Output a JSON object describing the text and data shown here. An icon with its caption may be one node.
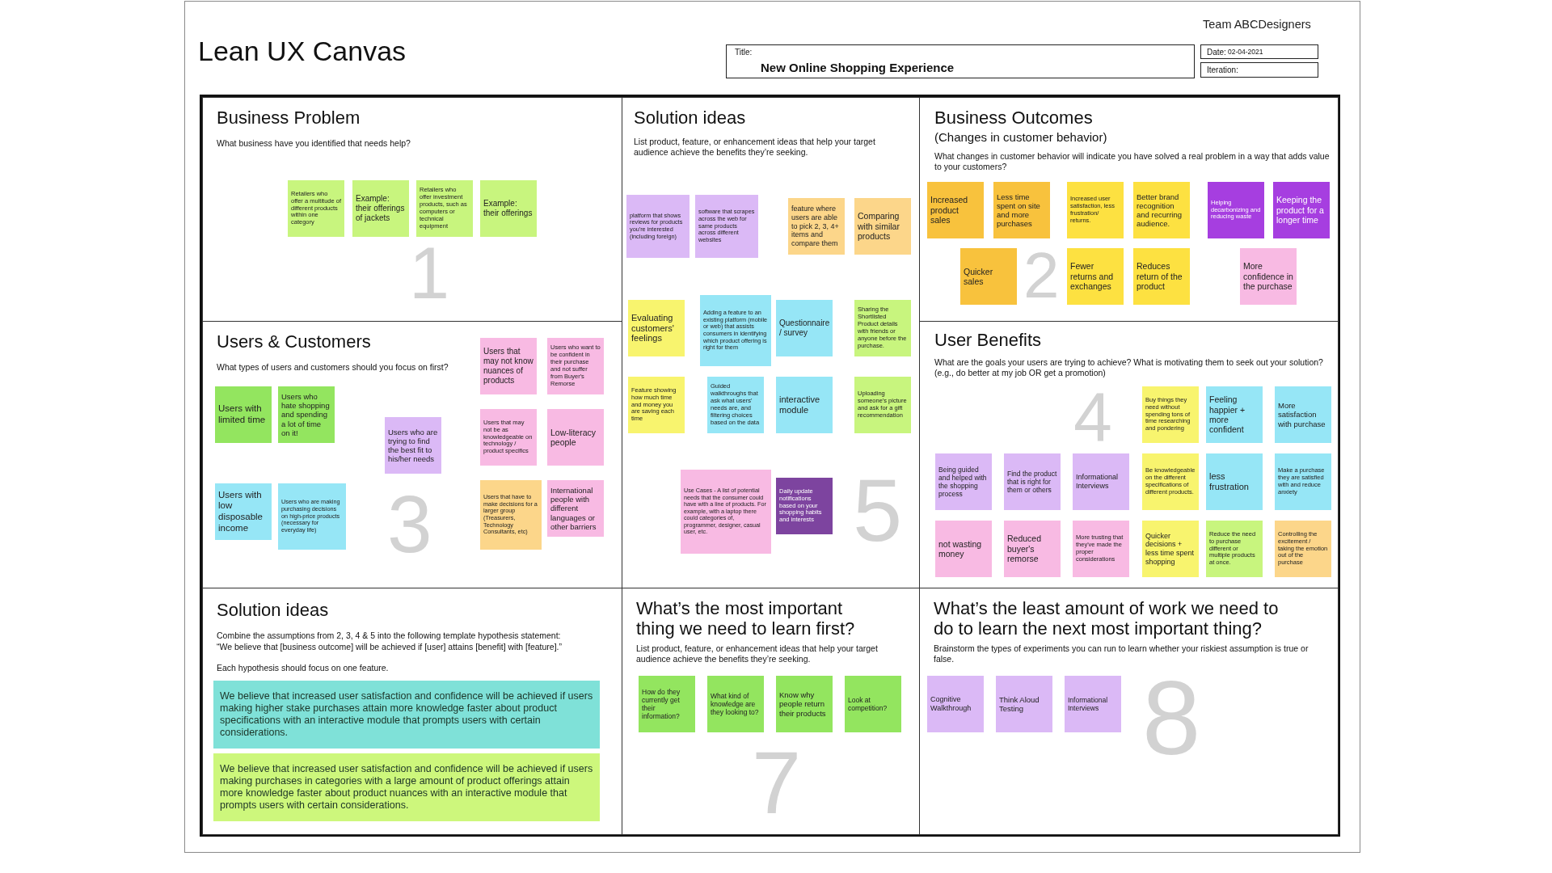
{
  "diagram": {
    "title": "Lean UX Canvas",
    "nodes": [
      {
        "text": [
          "Title:",
          "New Online Shopping Experience"
        ]
      },
      {
        "text": [
          "Date:",
          "02-04-2021"
        ]
      },
      {
        "text": [
          "Iteration:"
        ]
      },
      {
        "text": [
          "Business Problem",
          "What business have you identified that needs help?",
          "1"
        ]
      },
      {
        "text": [
          "Retailers who offer a multitude of different products within one category"
        ],
        "in": 3
      },
      {
        "text": [
          "Example: their offerings of jackets"
        ],
        "in": 3
      },
      {
        "text": [
          "Retailers who offer investment products, such as computers or technical equipment"
        ],
        "in": 3
      },
      {
        "text": [
          "Example: their offerings"
        ],
        "in": 3
      },
      {
        "text": [
          "Solution ideas",
          "List product, feature, or enhancement ideas that help your target audience achieve the benefits they’re seeking.",
          "5"
        ]
      },
      {
        "text": [
          "platform that shows reviews for products you're interested (including foreign)"
        ],
        "in": 8
      },
      {
        "text": [
          "software that scrapes across the web for same products across different websites"
        ],
        "in": 8
      },
      {
        "text": [
          "feature where users are able to pick 2, 3, 4+ items and compare them"
        ],
        "in": 8
      },
      {
        "text": [
          "Comparing with similar products"
        ],
        "in": 8
      },
      {
        "text": [
          "Evaluating customers' feelings"
        ],
        "in": 8
      },
      {
        "text": [
          "Adding a feature to an existing platform (mobile or web) that assists consumers in identifying which product offering is right for them"
        ],
        "in": 8
      },
      {
        "text": [
          "Questionnaire / survey"
        ],
        "in": 8
      },
      {
        "text": [
          "Sharing the Shortlisted Product details with friends or anyone before the purchase."
        ],
        "in": 8
      },
      {
        "text": [
          "Feature showing how much time and money you are saving each time"
        ],
        "in": 8
      },
      {
        "text": [
          "Guided walkthroughs that ask what users' needs are, and filtering choices based on the data"
        ],
        "in": 8
      },
      {
        "text": [
          "interactive module"
        ],
        "in": 8
      },
      {
        "text": [
          "Uploading someone's picture and ask for a gift recommendation"
        ],
        "in": 8
      },
      {
        "text": [
          "Use Cases - A list of potential needs that the consumer could have with a line of products. For example, with a laptop there could categories of, programmer, designer, casual user, etc."
        ],
        "in": 8
      },
      {
        "text": [
          "Daily update notifications based on your shopping habits and interests"
        ],
        "in": 8
      },
      {
        "text": [
          "Business Outcomes",
          "(Changes in customer behavior)",
          "What changes in customer behavior will indicate you have solved a real problem in a way that adds value to your customers?",
          "2"
        ]
      },
      {
        "text": [
          "Increased product sales"
        ],
        "in": 23
      },
      {
        "text": [
          "Less time spent on site and more purchases"
        ],
        "in": 23
      },
      {
        "text": [
          "Increased user satisfaction, less frustration/ returns."
        ],
        "in": 23
      },
      {
        "text": [
          "Better brand recognition and recurring audience."
        ],
        "in": 23
      },
      {
        "text": [
          "Helping decarbonizing and reducing waste"
        ],
        "in": 23
      },
      {
        "text": [
          "Keeping the product for a longer time"
        ],
        "in": 23
      },
      {
        "text": [
          "Quicker sales"
        ],
        "in": 23
      },
      {
        "text": [
          "Fewer returns and exchanges"
        ],
        "in": 23
      },
      {
        "text": [
          "Reduces return of the product"
        ],
        "in": 23
      },
      {
        "text": [
          "More confidence in the purchase"
        ],
        "in": 23
      },
      {
        "text": [
          "Users & Customers",
          "What types of users and customers should you focus on first?",
          "3"
        ]
      },
      {
        "text": [
          "Users with limited time"
        ],
        "in": 34
      },
      {
        "text": [
          "Users who hate shopping and spending a lot of time on it!"
        ],
        "in": 34
      },
      {
        "text": [
          "Users with low disposable income"
        ],
        "in": 34
      },
      {
        "text": [
          "Users who are making purchasing decisions on high-price products (necessary for everyday life)"
        ],
        "in": 34
      },
      {
        "text": [
          "Users who are trying to find the best fit to his/her needs"
        ],
        "in": 34
      },
      {
        "text": [
          "Users that may not know nuances of products"
        ],
        "in": 34
      },
      {
        "text": [
          "Users who want to be confident in their purchase and not suffer from Buyer's Remorse"
        ],
        "in": 34
      },
      {
        "text": [
          "Users that may not be as knowledgeable on technology / product specifics"
        ],
        "in": 34
      },
      {
        "text": [
          "Low-literacy people"
        ],
        "in": 34
      },
      {
        "text": [
          "Users that have to make decisions for a larger group (Treasurers, Technology Consultants, etc)"
        ],
        "in": 34
      },
      {
        "text": [
          "International people with different languages or other barriers"
        ],
        "in": 34
      },
      {
        "text": [
          "User Benefits",
          "What are the goals your users are trying to achieve? What is motivating them to seek out your solution? (e.g., do better at my job OR get a promotion)",
          "4"
        ]
      },
      {
        "text": [
          "Buy things they need without spending tons of time researching and pondering"
        ],
        "in": 46
      },
      {
        "text": [
          "Feeling happier + more confident"
        ],
        "in": 46
      },
      {
        "text": [
          "More satisfaction with purchase"
        ],
        "in": 46
      },
      {
        "text": [
          "Being guided and helped with the shopping process"
        ],
        "in": 46
      },
      {
        "text": [
          "Find the product that is right for them or others"
        ],
        "in": 46
      },
      {
        "text": [
          "Informational Interviews"
        ],
        "in": 46
      },
      {
        "text": [
          "Be knowledgeable on the different specifications of different products."
        ],
        "in": 46
      },
      {
        "text": [
          "less frustration"
        ],
        "in": 46
      },
      {
        "text": [
          "Make a purchase they are satisfied with and reduce anxiety"
        ],
        "in": 46
      },
      {
        "text": [
          "not wasting money"
        ],
        "in": 46
      },
      {
        "text": [
          "Reduced buyer's remorse"
        ],
        "in": 46
      },
      {
        "text": [
          "More trusting that they've made the proper considerations"
        ],
        "in": 46
      },
      {
        "text": [
          "Quicker decisions + less time spent shopping"
        ],
        "in": 46
      },
      {
        "text": [
          "Reduce the need to purchase different or multiple products at once."
        ],
        "in": 46
      },
      {
        "text": [
          "Controlling the excitement / taking the emotion out of the purchase"
        ],
        "in": 46
      },
      {
        "text": [
          "Solution ideas",
          "Combine the assumptions from 2, 3, 4 & 5 into the following template hypothesis statement:",
          "“We believe that [business outcome] will be achieved if [user] attains [benefit] with [feature].”",
          "Each hypothesis should focus on one feature."
        ]
      },
      {
        "text": [
          "We believe that increased user satisfaction and confidence will be achieved if users making higher stake purchases attain more knowledge faster about product specifications with an interactive module that prompts users with certain considerations."
        ],
        "in": 62
      },
      {
        "text": [
          "We believe that increased user satisfaction and confidence will be achieved if users making purchases in categories with a large amount of product offerings attain more knowledge faster about product nuances with an interactive module that prompts users with certain considerations."
        ],
        "in": 62
      },
      {
        "text": [
          "What’s the most important thing we need to learn first?",
          "List product, feature, or enhancement ideas that help your target audience achieve the benefits they’re seeking.",
          "7"
        ]
      },
      {
        "text": [
          "How do they currently get their information?"
        ],
        "in": 65
      },
      {
        "text": [
          "What kind of knowledge are they looking to?"
        ],
        "in": 65
      },
      {
        "text": [
          "Know why people return their products"
        ],
        "in": 65
      },
      {
        "text": [
          "Look at competition?"
        ],
        "in": 65
      },
      {
        "text": [
          "What’s the least amount of work we need to do to learn the next most important thing?",
          "Brainstorm the types of experiments you can run to learn whether your riskiest assumption is true or false.",
          "8"
        ]
      },
      {
        "text": [
          "Cognitive Walkthrough"
        ],
        "in": 70
      },
      {
        "text": [
          "Think Aloud Testing"
        ],
        "in": 70
      },
      {
        "text": [
          "Informational Interviews"
        ],
        "in": 70
      }
    ],
    "labels": [
      "Team ABCDesigners"
    ]
  }
}
